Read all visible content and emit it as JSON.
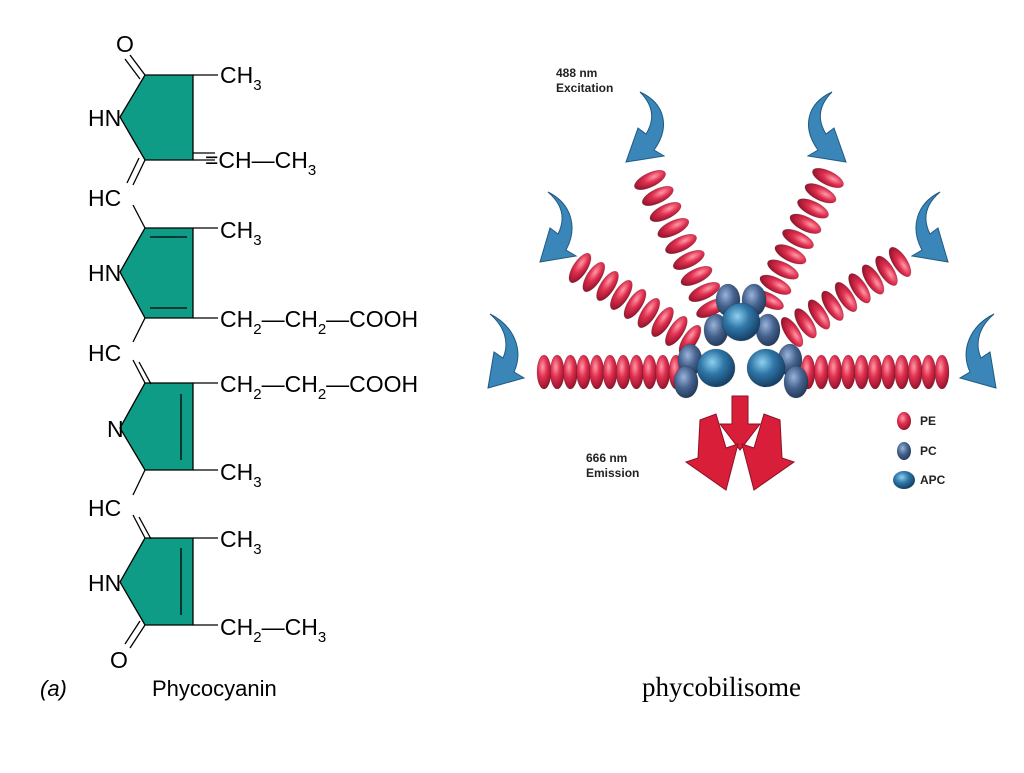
{
  "colors": {
    "ring_fill": "#0e9c86",
    "pe_red": "#d42a45",
    "pc_blue": "#3f5f8c",
    "apc_blue": "#2c6a9c",
    "arrow_blue": "#3a86b8",
    "arrow_red": "#d81e38"
  },
  "structure": {
    "o_top": "O",
    "o_bottom": "O",
    "hn_1": "HN",
    "hn_2": "HN",
    "n_3": "N",
    "hn_4": "HN",
    "hc_1": "HC",
    "hc_2": "HC",
    "hc_3": "HC",
    "r1_top": "CH",
    "r1_top_sub": "3",
    "r1_bottom": "=CH—CH",
    "r1_bottom_sub": "3",
    "r2_top": "CH",
    "r2_top_sub": "3",
    "r2_bottom_a": "CH",
    "r2_bottom_sub1": "2",
    "r2_bottom_b": "—CH",
    "r2_bottom_sub2": "2",
    "r2_bottom_c": "—COOH",
    "r3_top_a": "CH",
    "r3_top_sub1": "2",
    "r3_top_b": "—CH",
    "r3_top_sub2": "2",
    "r3_top_c": "—COOH",
    "r3_bottom": "CH",
    "r3_bottom_sub": "3",
    "r4_top": "CH",
    "r4_top_sub": "3",
    "r4_bottom_a": "CH",
    "r4_bottom_sub": "2",
    "r4_bottom_b": "—CH",
    "r4_bottom_sub2": "3"
  },
  "phycobilisome": {
    "excitation_line1": "488 nm",
    "excitation_line2": "Excitation",
    "emission_line1": "666 nm",
    "emission_line2": "Emission",
    "legend": [
      {
        "label": "PE",
        "icon": "pe-disc-icon"
      },
      {
        "label": "PC",
        "icon": "pc-disc-icon"
      },
      {
        "label": "APC",
        "icon": "apc-disc-icon"
      }
    ]
  },
  "captions": {
    "panel": "(a)",
    "left": "Phycocyanin",
    "right": "phycobilisome"
  }
}
